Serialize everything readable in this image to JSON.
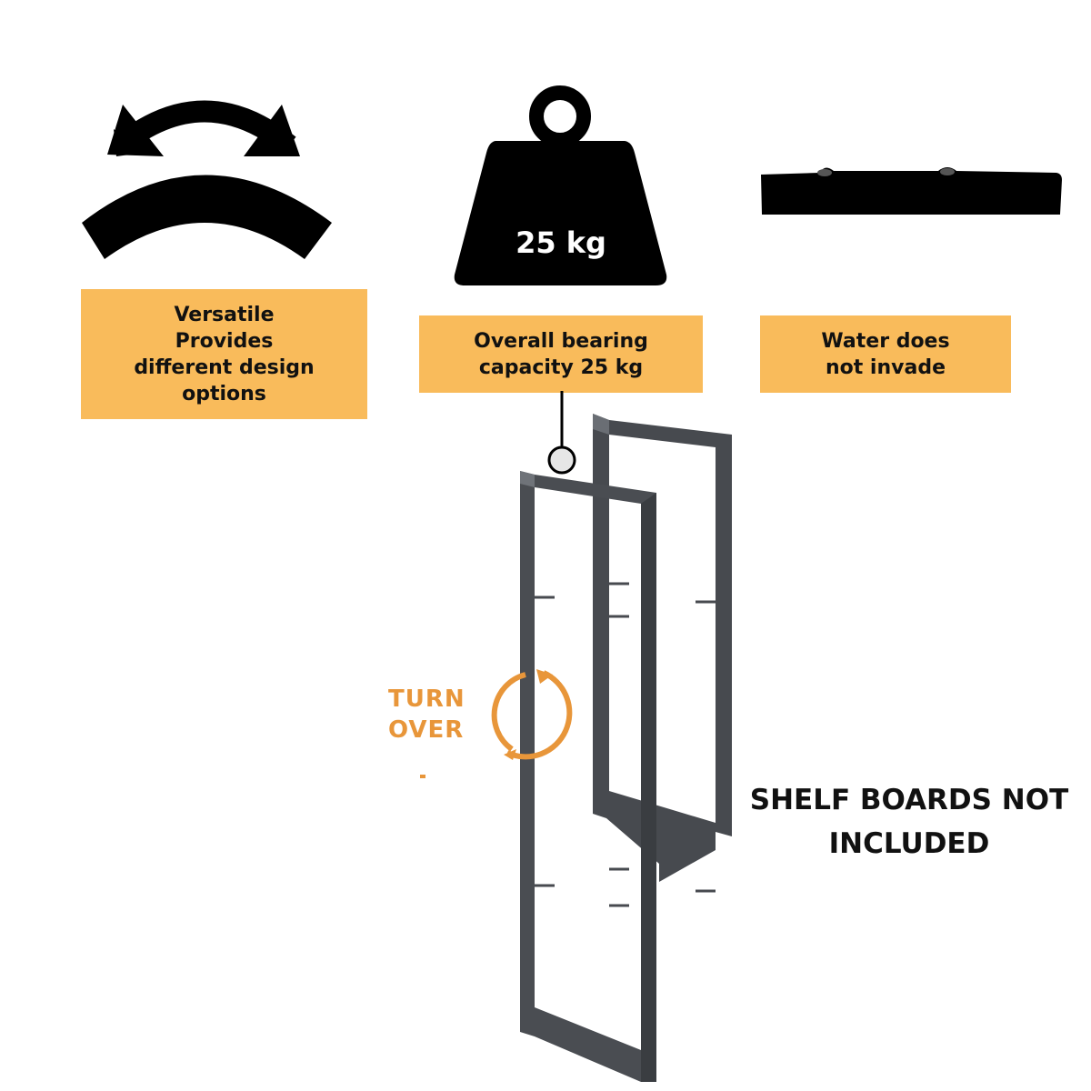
{
  "features": [
    {
      "id": "versatile",
      "lines": [
        "Versatile",
        "Provides",
        "different design",
        "options"
      ]
    },
    {
      "id": "capacity",
      "lines": [
        "Overall bearing",
        "capacity 25 kg"
      ]
    },
    {
      "id": "water",
      "lines": [
        "Water does",
        "not invade"
      ]
    }
  ],
  "weight_label": "25 kg",
  "turn_over": {
    "line1": "TURN",
    "line2": "OVER"
  },
  "notice": {
    "line1": "SHELF BOARDS NOT",
    "line2": "INCLUDED"
  },
  "colors": {
    "label_bg": "#f9bb5b",
    "icon": "#000000",
    "frame": "#474a4f",
    "turn": "#e8963a"
  },
  "icons": [
    "curved-double-arrow-icon",
    "weight-icon",
    "bar-profile-icon",
    "rotate-icon"
  ]
}
